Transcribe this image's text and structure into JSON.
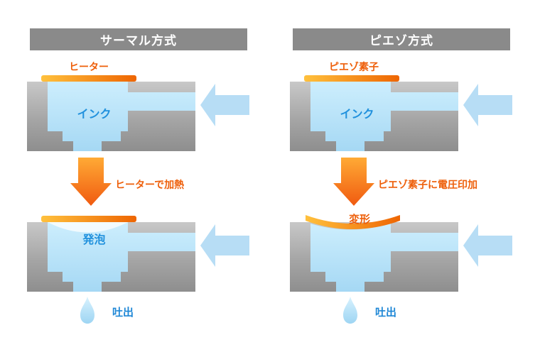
{
  "panels": {
    "thermal": {
      "title": "サーマル方式",
      "actuator_label": "ヒーター",
      "ink_label": "インク",
      "process_label": "ヒーターで加熱",
      "result_label": "発泡",
      "eject_label": "吐出"
    },
    "piezo": {
      "title": "ピエゾ方式",
      "actuator_label": "ピエゾ素子",
      "ink_label": "インク",
      "process_label": "ピエゾ素子に電圧印加",
      "result_label": "変形",
      "eject_label": "吐出"
    }
  },
  "colors": {
    "title_bar_bg": "#8a8a8a",
    "title_text": "#ffffff",
    "orange_label": "#ee5f0a",
    "blue_label": "#2191dd",
    "eject_label": "#1e87d6",
    "heater_gradient_start": "#ffc13d",
    "heater_gradient_end": "#ee6502",
    "down_arrow_start": "#ffaa35",
    "down_arrow_end": "#f05a10",
    "ink_light": "#cdeefd",
    "ink_dark": "#a5d8f4",
    "inflow_arrow": "#b7ddf5",
    "block_light": "#c8c8c8",
    "block_dark": "#8e8e8e"
  }
}
